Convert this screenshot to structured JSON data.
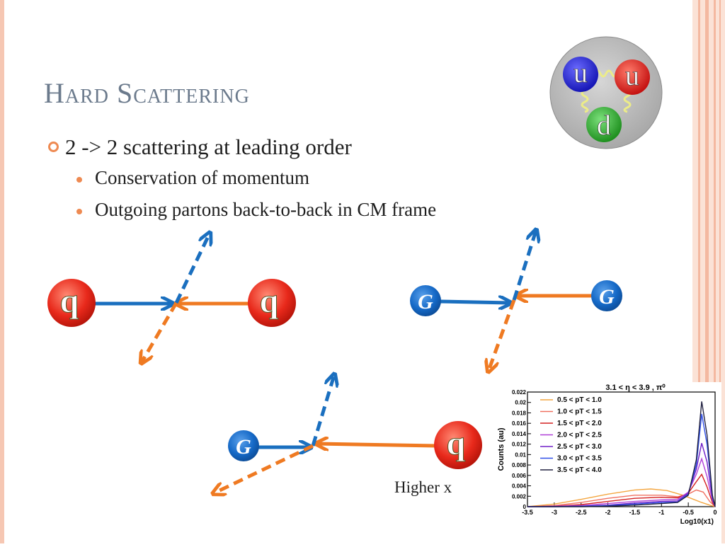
{
  "slide": {
    "title": "Hard Scattering",
    "bullet": "2 -> 2 scattering at leading order",
    "sub_bullets": [
      "Conservation of momentum",
      "Outgoing partons back-to-back in CM frame"
    ],
    "caption": "Higher x"
  },
  "proton": {
    "quarks": [
      {
        "letter": "u",
        "color": "#1a1ad0"
      },
      {
        "letter": "u",
        "color": "#dd1111"
      },
      {
        "letter": "d",
        "color": "#22aa22"
      }
    ]
  },
  "diagrams": [
    {
      "left_label": "q",
      "left_type": "quark",
      "right_label": "q",
      "right_type": "quark"
    },
    {
      "left_label": "G",
      "left_type": "gluon",
      "right_label": "G",
      "right_type": "gluon"
    },
    {
      "left_label": "G",
      "left_type": "gluon",
      "right_label": "q",
      "right_type": "quark"
    }
  ],
  "colors": {
    "blue_arrow": "#1a6fbf",
    "orange_arrow": "#ef7a22",
    "quark_red": "#e8291b",
    "gluon_blue": "#1569c7",
    "accent": "#ee8a52",
    "title_color": "#6b7a8c"
  },
  "chart_data": {
    "type": "line",
    "title": "3.1 < η < 3.9 , π⁰",
    "xlabel": "Log10(x1)",
    "ylabel": "Counts (au)",
    "xlim": [
      -3.5,
      0
    ],
    "ylim": [
      0,
      0.022
    ],
    "xticks": [
      "-3.5",
      "-3",
      "-2.5",
      "-2",
      "-1.5",
      "-1",
      "-0.5",
      "0"
    ],
    "yticks": [
      "0",
      "0.002",
      "0.004",
      "0.006",
      "0.008",
      "0.01",
      "0.012",
      "0.014",
      "0.016",
      "0.018",
      "0.02",
      "0.022"
    ],
    "legend_position": "top-left",
    "series": [
      {
        "name": "0.5 < pT < 1.0",
        "color": "#f4a640",
        "x": [
          -3.5,
          -3.0,
          -2.5,
          -2.0,
          -1.5,
          -1.2,
          -0.9,
          -0.6,
          -0.4,
          -0.25,
          -0.1,
          0.0
        ],
        "y": [
          0.0,
          0.0005,
          0.0014,
          0.0024,
          0.0032,
          0.0034,
          0.0031,
          0.0022,
          0.0014,
          0.0008,
          0.0003,
          0.0
        ]
      },
      {
        "name": "1.0 < pT < 1.5",
        "color": "#f07060",
        "x": [
          -3.5,
          -3.0,
          -2.5,
          -2.0,
          -1.5,
          -1.0,
          -0.7,
          -0.5,
          -0.35,
          -0.22,
          -0.1,
          0.0
        ],
        "y": [
          0.0,
          0.0002,
          0.0008,
          0.0016,
          0.0022,
          0.0022,
          0.0019,
          0.0024,
          0.0032,
          0.0028,
          0.001,
          0.0
        ]
      },
      {
        "name": "1.5 < pT < 2.0",
        "color": "#d42020",
        "x": [
          -3.5,
          -3.0,
          -2.5,
          -2.0,
          -1.5,
          -1.0,
          -0.7,
          -0.5,
          -0.35,
          -0.25,
          -0.15,
          -0.05,
          0.0
        ],
        "y": [
          0.0,
          0.0001,
          0.0004,
          0.001,
          0.0016,
          0.0018,
          0.0017,
          0.0026,
          0.0048,
          0.0062,
          0.0038,
          0.0008,
          0.0
        ]
      },
      {
        "name": "2.0 < pT < 2.5",
        "color": "#b040d8",
        "x": [
          -3.5,
          -3.0,
          -2.5,
          -2.0,
          -1.5,
          -1.0,
          -0.7,
          -0.5,
          -0.35,
          -0.25,
          -0.15,
          -0.05,
          0.0
        ],
        "y": [
          0.0,
          0.0001,
          0.0002,
          0.0006,
          0.001,
          0.0013,
          0.0014,
          0.0028,
          0.0062,
          0.0092,
          0.0058,
          0.0012,
          0.0
        ]
      },
      {
        "name": "2.5 < pT < 3.0",
        "color": "#7020c8",
        "x": [
          -3.5,
          -3.0,
          -2.5,
          -2.0,
          -1.5,
          -1.0,
          -0.7,
          -0.5,
          -0.35,
          -0.25,
          -0.15,
          -0.05,
          0.0
        ],
        "y": [
          0.0,
          0.0,
          0.0001,
          0.0003,
          0.0007,
          0.001,
          0.0011,
          0.0026,
          0.0072,
          0.0122,
          0.0086,
          0.0016,
          0.0
        ]
      },
      {
        "name": "3.0 < pT < 3.5",
        "color": "#3050e8",
        "x": [
          -3.5,
          -3.0,
          -2.5,
          -2.0,
          -1.5,
          -1.0,
          -0.7,
          -0.5,
          -0.35,
          -0.25,
          -0.15,
          -0.05,
          0.0
        ],
        "y": [
          0.0,
          0.0,
          0.0001,
          0.0002,
          0.0005,
          0.0008,
          0.0009,
          0.0024,
          0.008,
          0.0178,
          0.012,
          0.002,
          0.0
        ]
      },
      {
        "name": "3.5 < pT < 4.0",
        "color": "#202040",
        "x": [
          -3.5,
          -3.0,
          -2.5,
          -2.0,
          -1.5,
          -1.0,
          -0.7,
          -0.5,
          -0.35,
          -0.25,
          -0.15,
          -0.05,
          0.0
        ],
        "y": [
          0.0,
          0.0,
          0.0,
          0.0001,
          0.0003,
          0.0006,
          0.0008,
          0.0022,
          0.009,
          0.0202,
          0.0138,
          0.0022,
          0.0
        ]
      }
    ]
  }
}
